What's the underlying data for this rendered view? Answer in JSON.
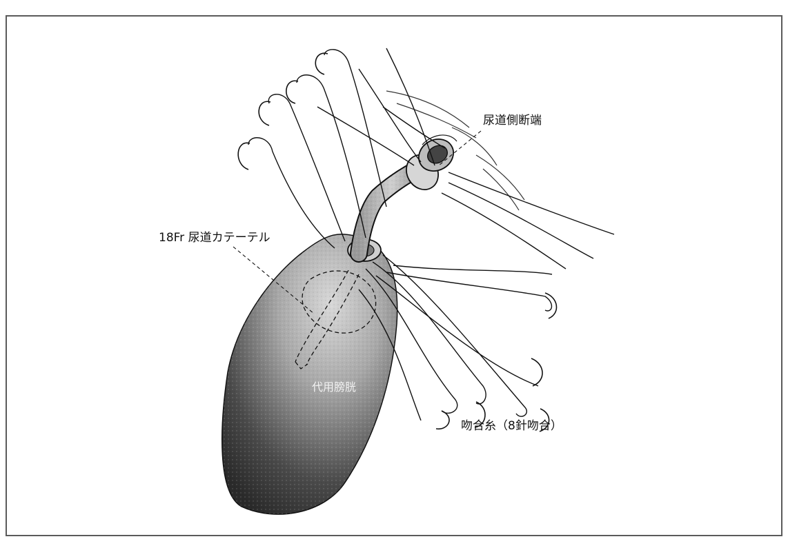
{
  "labels": {
    "urethra_stump": "尿道側断端",
    "catheter": "18Fr 尿道カテーテル",
    "neobladder": "代用膀胱",
    "suture": "吻合糸（8針吻合）"
  },
  "colors": {
    "line": "#222222",
    "bladder_dark": "#3a3a3a",
    "bladder_light": "#bdbdbd",
    "frame": "#5a5a5a"
  }
}
